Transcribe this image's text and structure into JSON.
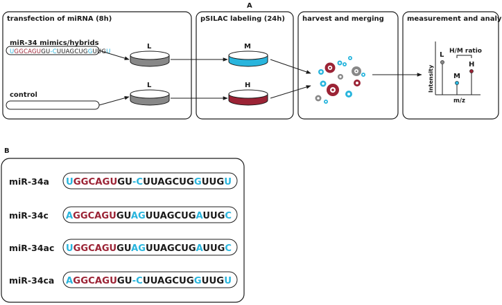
{
  "panel_a": {
    "letter": "A",
    "boxes": {
      "transfection": "transfection of miRNA (8h)",
      "psilac": "pSILAC labeling (24h)",
      "harvest": "harvest and merging",
      "measurement": "measurement and analysis"
    },
    "mimics_label": "miR-34 mimics/hybrids",
    "mimics_sequence": [
      {
        "t": "U",
        "c": "blue"
      },
      {
        "t": "GGCAGU",
        "c": "red"
      },
      {
        "t": "GU",
        "c": "plain"
      },
      {
        "t": "-C",
        "c": "blue"
      },
      {
        "t": "UUAGCUG",
        "c": "plain"
      },
      {
        "t": "G",
        "c": "blue"
      },
      {
        "t": "UUG",
        "c": "plain"
      },
      {
        "t": "U",
        "c": "blue"
      }
    ],
    "control_label": "control",
    "dish_labels": {
      "light_top": "L",
      "light_bottom": "L",
      "medium": "M",
      "heavy": "H"
    },
    "dish_colors": {
      "light": "#888888",
      "medium": "#29b5dd",
      "heavy": "#9b2335"
    },
    "plot": {
      "ratio_label": "H/M ratio",
      "y_axis": "Intensity",
      "x_axis": "m/z",
      "peak_L": "L",
      "peak_M": "M",
      "peak_H": "H"
    }
  },
  "panel_b": {
    "letter": "B",
    "rows": [
      {
        "name": "miR-34a",
        "seq": [
          {
            "t": "U",
            "c": "blue"
          },
          {
            "t": "GGCAGU",
            "c": "red"
          },
          {
            "t": "GU",
            "c": "plain"
          },
          {
            "t": "-C",
            "c": "blue"
          },
          {
            "t": "UUAGCUG",
            "c": "plain"
          },
          {
            "t": "G",
            "c": "blue"
          },
          {
            "t": "UUG",
            "c": "plain"
          },
          {
            "t": "U",
            "c": "blue"
          }
        ]
      },
      {
        "name": "miR-34c",
        "seq": [
          {
            "t": "A",
            "c": "blue"
          },
          {
            "t": "GGCAGU",
            "c": "red"
          },
          {
            "t": "GU",
            "c": "plain"
          },
          {
            "t": "AG",
            "c": "blue"
          },
          {
            "t": "UUAGCUG",
            "c": "plain"
          },
          {
            "t": "A",
            "c": "blue"
          },
          {
            "t": "UUG",
            "c": "plain"
          },
          {
            "t": "C",
            "c": "blue"
          }
        ]
      },
      {
        "name": "miR-34ac",
        "seq": [
          {
            "t": "U",
            "c": "blue"
          },
          {
            "t": "GGCAGU",
            "c": "red"
          },
          {
            "t": "GU",
            "c": "plain"
          },
          {
            "t": "AG",
            "c": "blue"
          },
          {
            "t": "UUAGCUG",
            "c": "plain"
          },
          {
            "t": "A",
            "c": "blue"
          },
          {
            "t": "UUG",
            "c": "plain"
          },
          {
            "t": "C",
            "c": "blue"
          }
        ]
      },
      {
        "name": "miR-34ca",
        "seq": [
          {
            "t": "A",
            "c": "blue"
          },
          {
            "t": "GGCAGU",
            "c": "red"
          },
          {
            "t": "GU",
            "c": "plain"
          },
          {
            "t": "-C",
            "c": "blue"
          },
          {
            "t": "UUAGCUG",
            "c": "plain"
          },
          {
            "t": "G",
            "c": "blue"
          },
          {
            "t": "UUG",
            "c": "plain"
          },
          {
            "t": "U",
            "c": "blue"
          }
        ]
      }
    ]
  },
  "colors": {
    "red": "#9b2335",
    "blue": "#29b5dd",
    "plain": "#1a1a1a"
  }
}
